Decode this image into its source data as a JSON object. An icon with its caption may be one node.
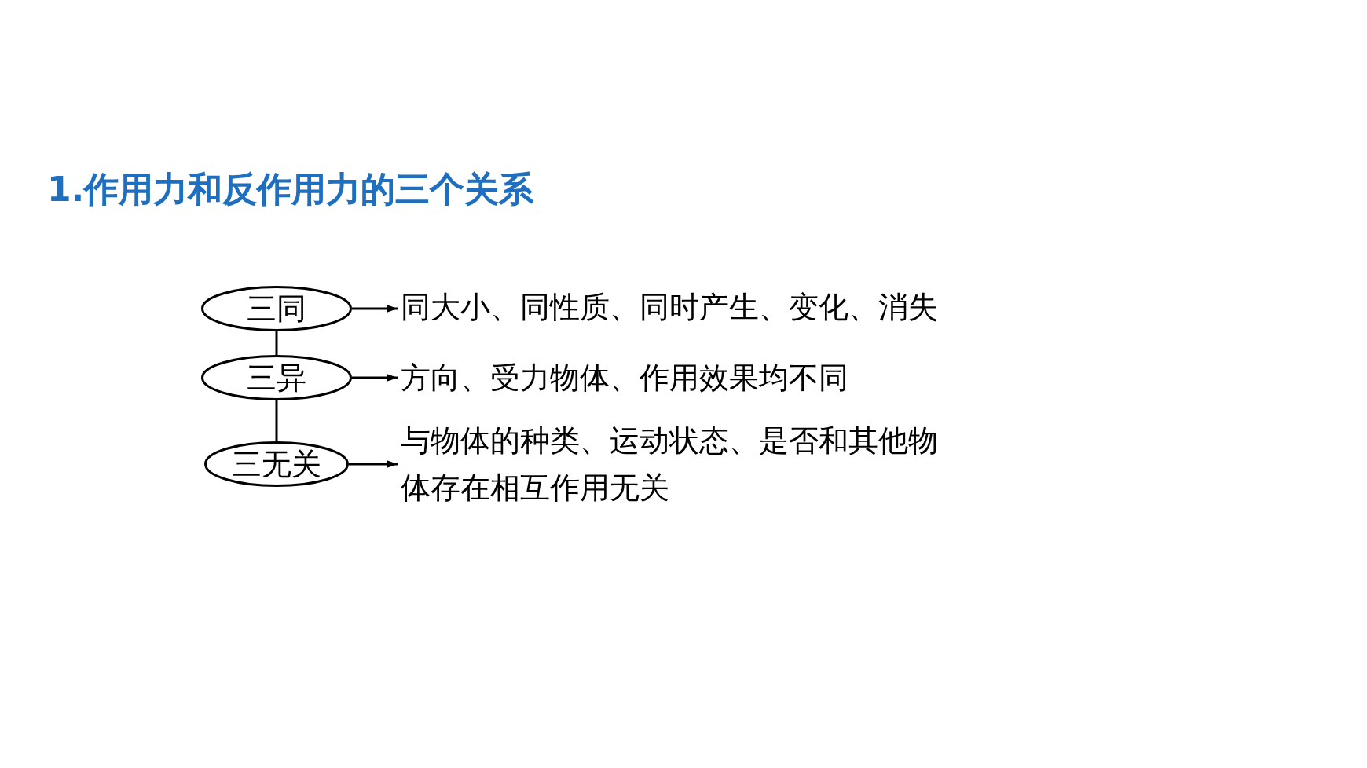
{
  "diagram": {
    "title": "1.作用力和反作用力的三个关系",
    "nodes": [
      {
        "text": [
          "三同"
        ]
      },
      {
        "text": [
          "同大小、同性质、同时产生、变化、消失"
        ]
      },
      {
        "text": [
          "三异"
        ]
      },
      {
        "text": [
          "方向、受力物体、作用效果均不同"
        ]
      },
      {
        "text": [
          "三无关"
        ]
      },
      {
        "text": [
          "与物体的种类、运动状态、是否和其他物体存在相互作用无关"
        ]
      }
    ],
    "edges": [
      {
        "from": 0,
        "to": 1,
        "arrow": "to"
      },
      {
        "from": 2,
        "to": 3,
        "arrow": "to"
      },
      {
        "from": 4,
        "to": 5,
        "arrow": "to"
      },
      {
        "from": 0,
        "to": 2,
        "arrow": "none"
      },
      {
        "from": 2,
        "to": 4,
        "arrow": "none"
      }
    ]
  }
}
